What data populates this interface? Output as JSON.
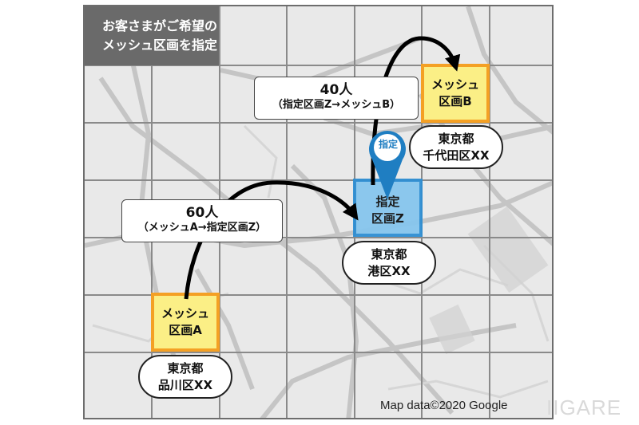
{
  "title": {
    "line1": "お客さまがご希望の",
    "line2": "メッシュ区画を指定"
  },
  "grid": {
    "columns": 7,
    "rows": 7,
    "x_lines": [
      105,
      190,
      275,
      359,
      444,
      528,
      613,
      693
    ],
    "y_lines": [
      7,
      82,
      154,
      225,
      297,
      369,
      441,
      526
    ],
    "line_color": "#8a8a8a"
  },
  "flows": [
    {
      "count": "40人",
      "detail": "（指定区画Z→メッシュB）",
      "from": "指定区画Z",
      "to": "メッシュ区画B"
    },
    {
      "count": "60人",
      "detail": "（メッシュA→指定区画Z）",
      "from": "メッシュ区画A",
      "to": "指定区画Z"
    }
  ],
  "meshes": {
    "a": {
      "line1": "メッシュ",
      "line2": "区画A",
      "address1": "東京都",
      "address2": "品川区XX",
      "color": "#fbef86",
      "border": "#f4a024"
    },
    "b": {
      "line1": "メッシュ",
      "line2": "区画B",
      "address1": "東京都",
      "address2": "千代田区XX",
      "color": "#fbef86",
      "border": "#f4a024"
    },
    "z": {
      "line1": "指定",
      "line2": "区画Z",
      "address1": "東京都",
      "address2": "港区XX",
      "color": "#86c6ee",
      "border": "#2f8fd3"
    }
  },
  "pin": {
    "label": "指定",
    "color": "#1f7ec2",
    "icon": "map-pin-icon"
  },
  "credit": "Map data©2020 Google",
  "watermark": "IIGARE"
}
